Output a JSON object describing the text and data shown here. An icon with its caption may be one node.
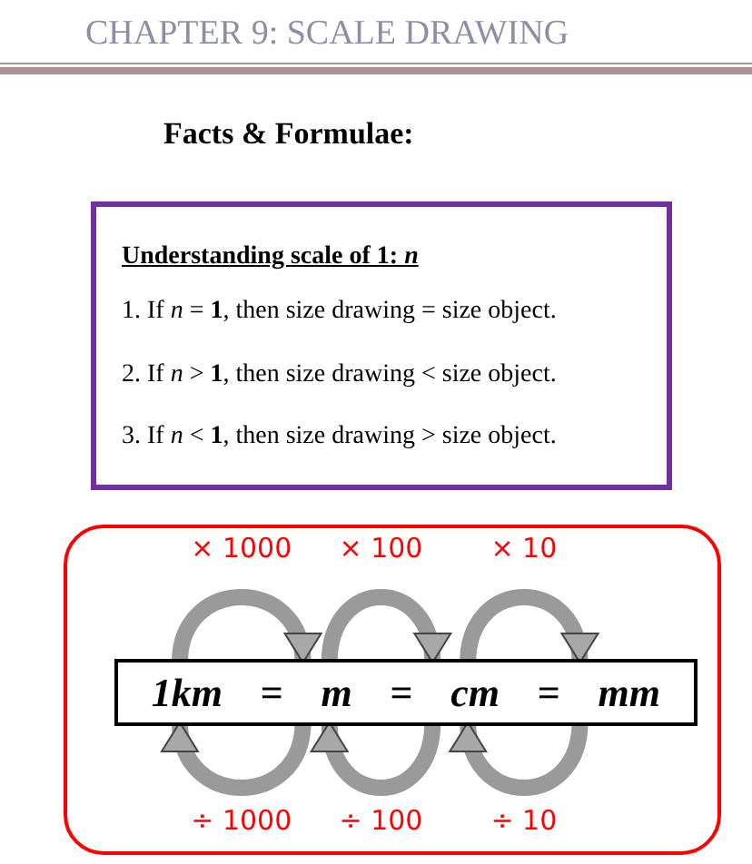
{
  "diagram": {
    "title": "CHAPTER 9: SCALE DRAWING",
    "nodes": [
      {
        "text": [
          "Understanding scale of 1: *n*",
          "1.  If *n* = **1**, then size drawing =  size object.",
          "2. If *n* > **1**, then size drawing <  size object.",
          "3. If *n* < **1**, then size drawing > size object."
        ]
      },
      {
        "text": [],
        "shape": "box"
      },
      {
        "text": [],
        "shape": "box",
        "in": 1
      },
      {
        "text": [
          "1km"
        ],
        "in": 2
      },
      {
        "text": [
          "m"
        ],
        "in": 2
      },
      {
        "text": [
          "cm"
        ],
        "in": 2
      },
      {
        "text": [
          "mm"
        ],
        "in": 2
      }
    ],
    "edges": [
      {
        "from": 3,
        "to": 4,
        "arrow": "to",
        "label": "× 1000"
      },
      {
        "from": 4,
        "to": 5,
        "arrow": "to",
        "label": "× 100"
      },
      {
        "from": 5,
        "to": 6,
        "arrow": "to",
        "label": "× 10"
      },
      {
        "from": 4,
        "to": 3,
        "arrow": "to",
        "label": "÷ 1000"
      },
      {
        "from": 5,
        "to": 4,
        "arrow": "to",
        "label": "÷ 100"
      },
      {
        "from": 6,
        "to": 5,
        "arrow": "to",
        "label": "÷ 10"
      }
    ],
    "labels": [
      "Facts & Formulae:",
      "=",
      "=",
      "="
    ]
  }
}
